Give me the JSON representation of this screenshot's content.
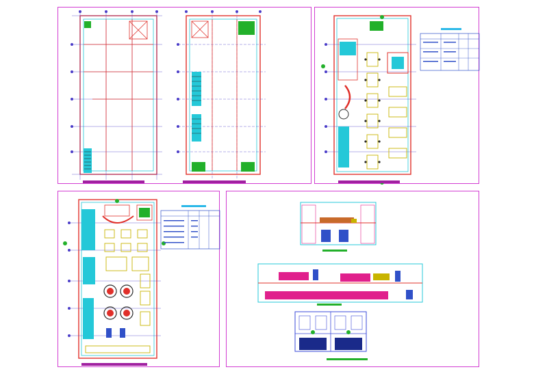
{
  "sheets": [
    {
      "id": "plan-1",
      "title": ""
    },
    {
      "id": "plan-2",
      "title": ""
    },
    {
      "id": "plan-3",
      "title": ""
    },
    {
      "id": "elevations",
      "title": ""
    }
  ],
  "colors": {
    "sheet_border": "#d23cd2",
    "wall_red": "#e0302a",
    "wall_cyan": "#24c8d8",
    "grid_blue": "#4a3cc8",
    "axis_pink": "#e8308c",
    "furniture_yellow": "#c8b400",
    "furniture_dark": "#2a2a2a",
    "green_mark": "#22b02a",
    "title_bar": "#a020a0",
    "table_cyan": "#2ab8e8",
    "table_blue": "#3050c8",
    "section_magenta": "#e0208c",
    "facade_blue": "#3a4ad8"
  }
}
